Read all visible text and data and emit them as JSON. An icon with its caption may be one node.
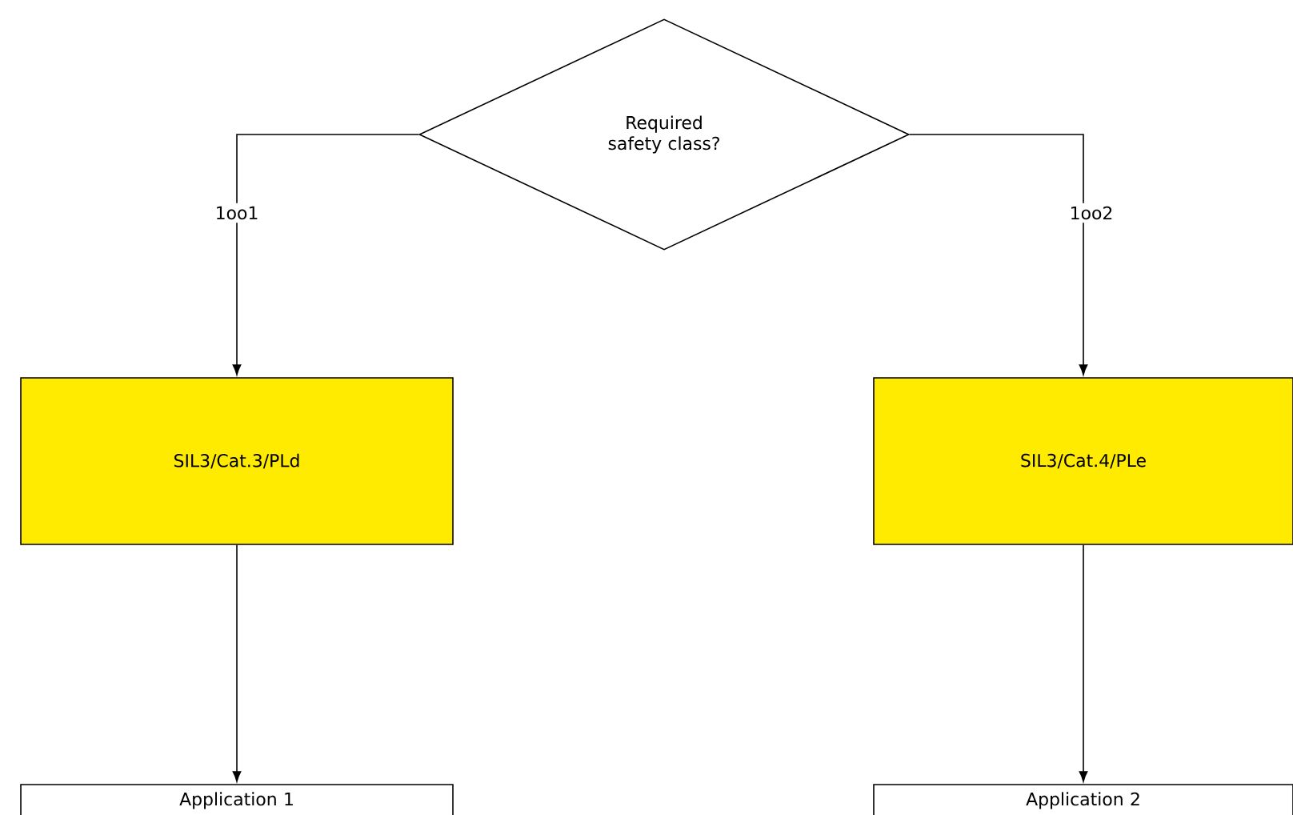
{
  "diagram": {
    "nodes": [
      {
        "text": [
          "Required safety class?"
        ]
      },
      {
        "text": [
          "SIL3/Cat.3/PLd"
        ]
      },
      {
        "text": [
          "SIL3/Cat.4/PLe"
        ]
      },
      {
        "text": [
          "Application 1"
        ]
      },
      {
        "text": [
          "Application 2"
        ]
      }
    ],
    "edges": [
      {
        "from": 0,
        "to": 1,
        "arrow": "to",
        "label": "1oo1"
      },
      {
        "from": 0,
        "to": 2,
        "arrow": "to",
        "label": "1oo2"
      },
      {
        "from": 1,
        "to": 3,
        "arrow": "to"
      },
      {
        "from": 2,
        "to": 4,
        "arrow": "to"
      }
    ]
  }
}
